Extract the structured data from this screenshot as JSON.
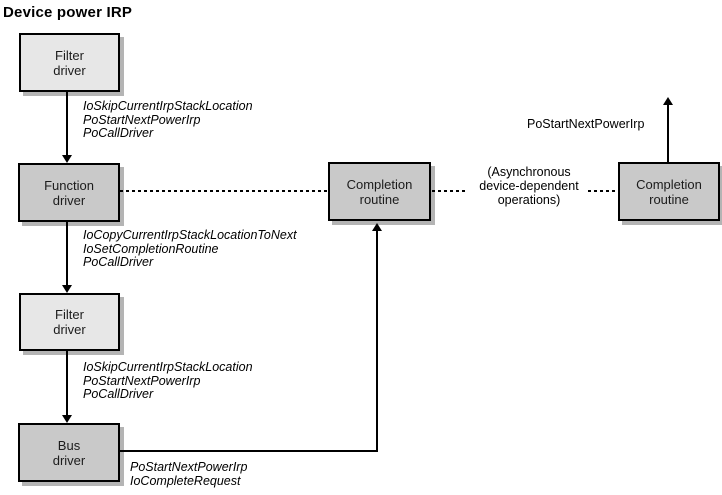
{
  "title": "Device power IRP",
  "colors": {
    "box_border": "#000000",
    "filter_box_fill": "#e7e7e7",
    "driver_box_fill": "#c9c9c9",
    "box_shadow": "#b4b4b4",
    "line": "#000000",
    "background": "#ffffff"
  },
  "boxes": {
    "filter1": {
      "line1": "Filter",
      "line2": "driver"
    },
    "function": {
      "line1": "Function",
      "line2": "driver"
    },
    "filter2": {
      "line1": "Filter",
      "line2": "driver"
    },
    "bus": {
      "line1": "Bus",
      "line2": "driver"
    },
    "completion1": {
      "line1": "Completion",
      "line2": "routine"
    },
    "completion2": {
      "line1": "Completion",
      "line2": "routine"
    }
  },
  "call_labels": {
    "filter1_to_function": [
      "IoSkipCurrentIrpStackLocation",
      "PoStartNextPowerIrp",
      "PoCallDriver"
    ],
    "function_to_filter2": [
      "IoCopyCurrentIrpStackLocationToNext",
      "IoSetCompletionRoutine",
      "PoCallDriver"
    ],
    "filter2_to_bus": [
      "IoSkipCurrentIrpStackLocation",
      "PoStartNextPowerIrp",
      "PoCallDriver"
    ],
    "bus_to_completion": [
      "PoStartNextPowerIrp",
      "IoCompleteRequest"
    ]
  },
  "annotations": {
    "async_note": [
      "(Asynchronous",
      "device-dependent",
      "operations)"
    ],
    "completion2_call": "PoStartNextPowerIrp"
  }
}
